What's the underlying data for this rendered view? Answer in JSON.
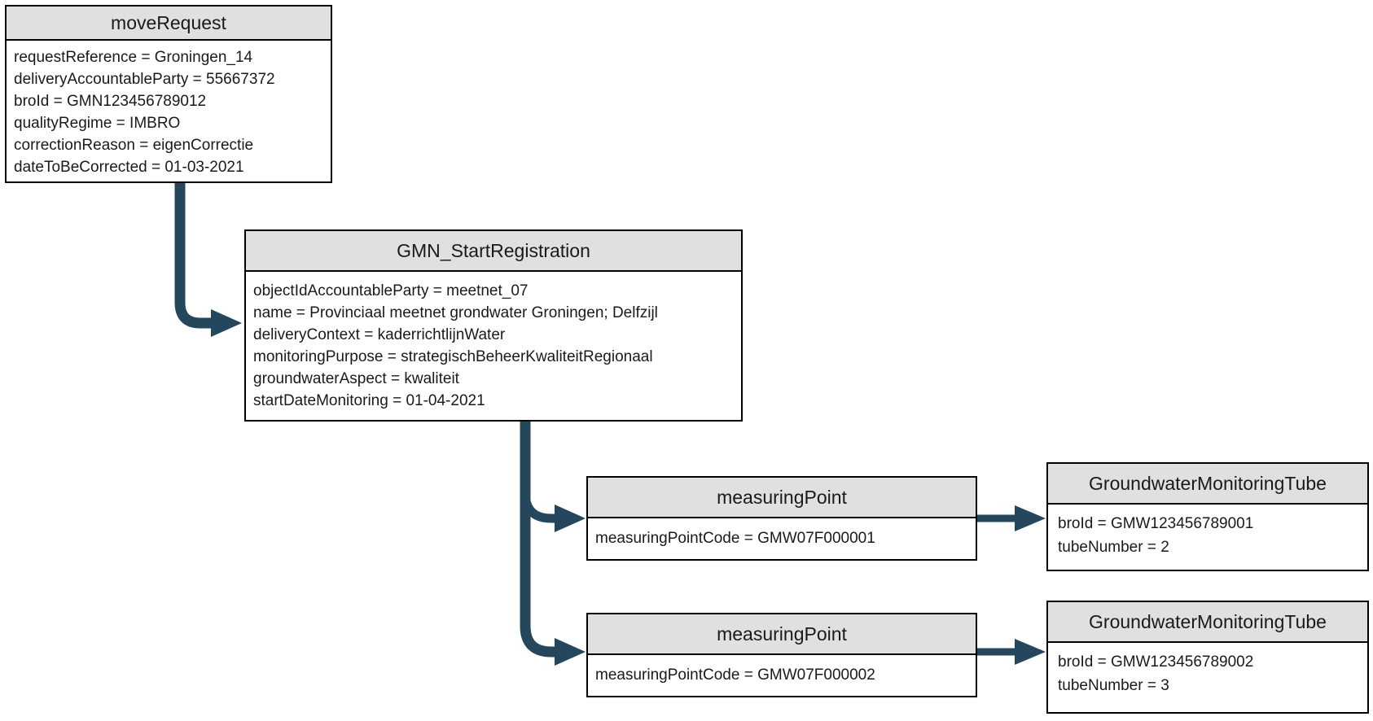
{
  "diagram": {
    "colors": {
      "arrow": "#24475d",
      "node_header_bg": "#e0e0e0",
      "node_border": "#000000",
      "node_body_bg": "#ffffff"
    },
    "nodes": [
      {
        "key": "moveRequest",
        "title": "moveRequest",
        "lines": [
          "requestReference = Groningen_14",
          "deliveryAccountableParty = 55667372",
          "broId = GMN123456789012",
          "qualityRegime = IMBRO",
          "correctionReason = eigenCorrectie",
          "dateToBeCorrected = 01-03-2021"
        ]
      },
      {
        "key": "GMN_StartRegistration",
        "title": "GMN_StartRegistration",
        "lines": [
          "objectIdAccountableParty = meetnet_07",
          "name = Provinciaal meetnet grondwater Groningen; Delfzijl",
          "deliveryContext = kaderrichtlijnWater",
          "monitoringPurpose = strategischBeheerKwaliteitRegionaal",
          "groundwaterAspect = kwaliteit",
          "startDateMonitoring = 01-04-2021"
        ]
      },
      {
        "key": "measuringPoint-1",
        "title": "measuringPoint",
        "lines": [
          "measuringPointCode = GMW07F000001"
        ]
      },
      {
        "key": "GroundwaterMonitoringTube-1",
        "title": "GroundwaterMonitoringTube",
        "lines": [
          "broId = GMW123456789001",
          "tubeNumber = 2"
        ]
      },
      {
        "key": "measuringPoint-2",
        "title": "measuringPoint",
        "lines": [
          "measuringPointCode = GMW07F000002"
        ]
      },
      {
        "key": "GroundwaterMonitoringTube-2",
        "title": "GroundwaterMonitoringTube",
        "lines": [
          "broId = GMW123456789002",
          "tubeNumber = 3"
        ]
      }
    ],
    "edges": [
      {
        "from": "moveRequest",
        "to": "GMN_StartRegistration"
      },
      {
        "from": "GMN_StartRegistration",
        "to": "measuringPoint-1"
      },
      {
        "from": "GMN_StartRegistration",
        "to": "measuringPoint-2"
      },
      {
        "from": "measuringPoint-1",
        "to": "GroundwaterMonitoringTube-1"
      },
      {
        "from": "measuringPoint-2",
        "to": "GroundwaterMonitoringTube-2"
      }
    ]
  }
}
